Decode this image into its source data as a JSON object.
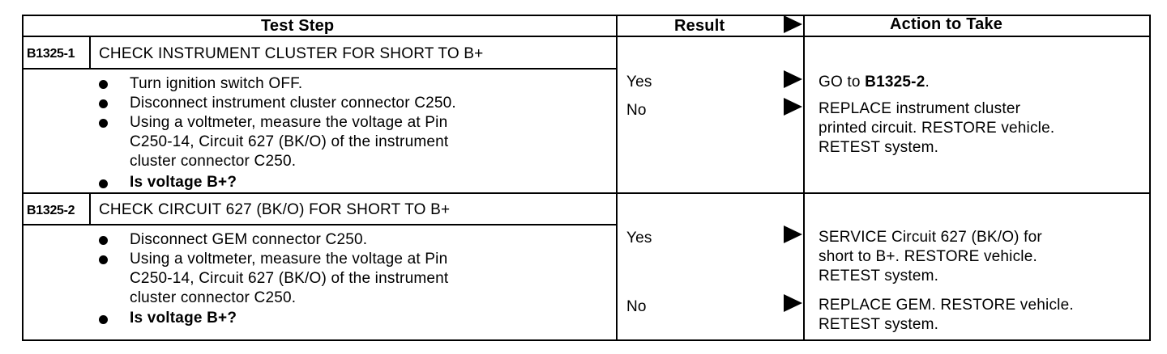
{
  "header": {
    "test_step": "Test Step",
    "result": "Result",
    "action": "Action to Take"
  },
  "steps": [
    {
      "id": "B1325-1",
      "title": "CHECK INSTRUMENT CLUSTER FOR SHORT TO B+",
      "bullets": [
        "Turn ignition switch OFF.",
        "Disconnect instrument cluster connector C250.",
        "Using a voltmeter, measure the voltage at Pin",
        "C250-14, Circuit 627 (BK/O) of the instrument",
        "cluster connector C250.",
        "Is voltage B+?"
      ],
      "results": [
        {
          "result": "Yes",
          "action_prefix": "GO to ",
          "action_bold": "B1325-2",
          "action_suffix": "."
        },
        {
          "result": "No",
          "action_lines": [
            "REPLACE instrument cluster",
            "printed circuit. RESTORE vehicle.",
            "RETEST system."
          ]
        }
      ]
    },
    {
      "id": "B1325-2",
      "title": "CHECK CIRCUIT 627 (BK/O) FOR SHORT TO B+",
      "bullets": [
        "Disconnect GEM connector C250.",
        "Using a voltmeter, measure the voltage at Pin",
        "C250-14, Circuit 627 (BK/O) of the instrument",
        "cluster connector C250.",
        "Is voltage B+?"
      ],
      "results": [
        {
          "result": "Yes",
          "action_lines": [
            "SERVICE Circuit 627 (BK/O) for",
            "short to B+. RESTORE vehicle.",
            "RETEST system."
          ]
        },
        {
          "result": "No",
          "action_lines": [
            "REPLACE GEM. RESTORE vehicle.",
            "RETEST system."
          ]
        }
      ]
    }
  ]
}
